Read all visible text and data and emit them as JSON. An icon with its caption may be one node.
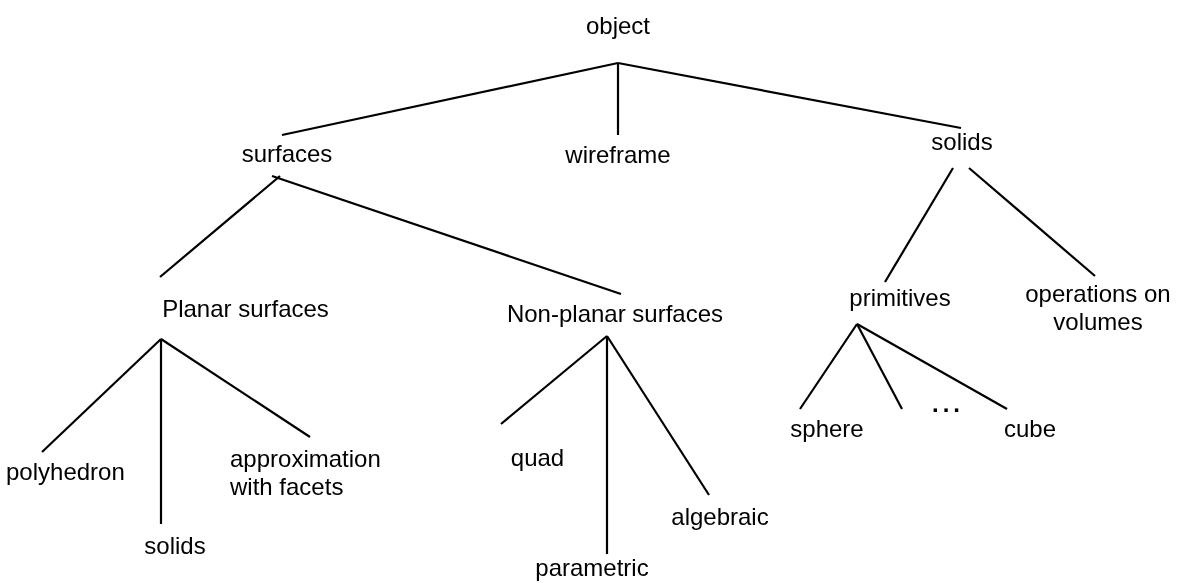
{
  "diagram": {
    "nodes": [
      {
        "text": [
          "object"
        ]
      },
      {
        "text": [
          "surfaces"
        ]
      },
      {
        "text": [
          "wireframe"
        ]
      },
      {
        "text": [
          "solids"
        ]
      },
      {
        "text": [
          "Planar surfaces"
        ]
      },
      {
        "text": [
          "Non-planar surfaces"
        ]
      },
      {
        "text": [
          "primitives"
        ]
      },
      {
        "text": [
          "operations on volumes"
        ]
      },
      {
        "text": [
          "polyhedron"
        ]
      },
      {
        "text": [
          "solids"
        ]
      },
      {
        "text": [
          "approximation with facets"
        ]
      },
      {
        "text": [
          "quad"
        ]
      },
      {
        "text": [
          "parametric"
        ]
      },
      {
        "text": [
          "algebraic"
        ]
      },
      {
        "text": [
          "sphere"
        ]
      },
      {
        "text": [
          "cube"
        ]
      }
    ],
    "edges": [
      {
        "from": 0,
        "to": 1,
        "arrow": "none"
      },
      {
        "from": 0,
        "to": 2,
        "arrow": "none"
      },
      {
        "from": 0,
        "to": 3,
        "arrow": "none"
      },
      {
        "from": 1,
        "to": 4,
        "arrow": "none"
      },
      {
        "from": 1,
        "to": 5,
        "arrow": "none"
      },
      {
        "from": 3,
        "to": 6,
        "arrow": "none"
      },
      {
        "from": 3,
        "to": 7,
        "arrow": "none"
      },
      {
        "from": 4,
        "to": 8,
        "arrow": "none"
      },
      {
        "from": 4,
        "to": 9,
        "arrow": "none"
      },
      {
        "from": 4,
        "to": 10,
        "arrow": "none"
      },
      {
        "from": 5,
        "to": 11,
        "arrow": "none"
      },
      {
        "from": 5,
        "to": 12,
        "arrow": "none"
      },
      {
        "from": 5,
        "to": 13,
        "arrow": "none"
      },
      {
        "from": 6,
        "to": 14,
        "arrow": "none"
      },
      {
        "from": 6,
        "to": null,
        "arrow": "none"
      },
      {
        "from": 6,
        "to": 15,
        "arrow": "none"
      }
    ],
    "labels": [
      "..."
    ]
  }
}
